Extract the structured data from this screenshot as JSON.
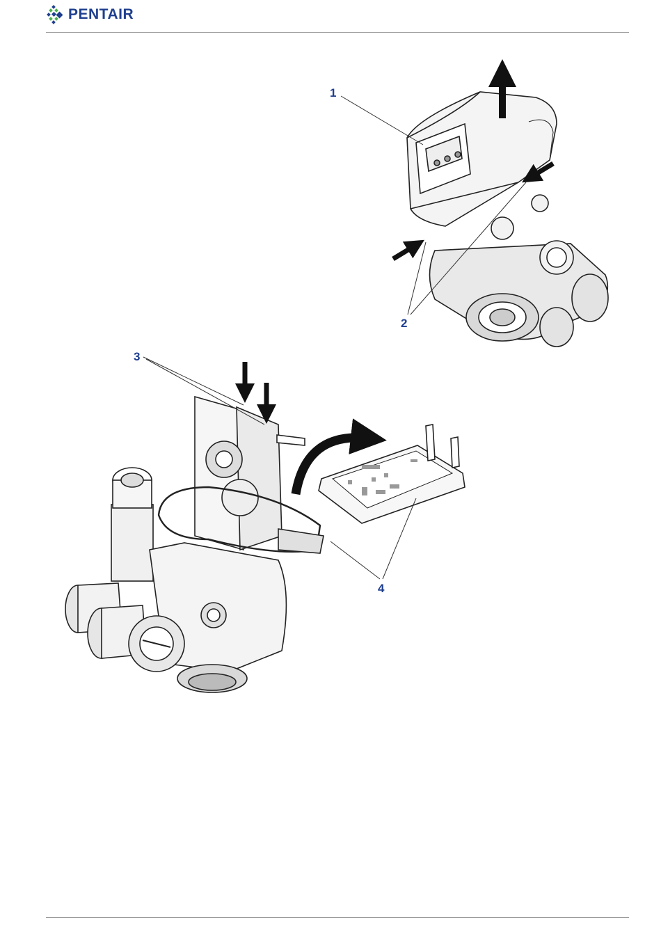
{
  "header": {
    "brand_name": "PENTAIR",
    "brand_color": "#1f3f8f",
    "logo_accent_color": "#4caf50"
  },
  "figure": {
    "callouts": [
      "1",
      "2",
      "3",
      "4"
    ]
  }
}
